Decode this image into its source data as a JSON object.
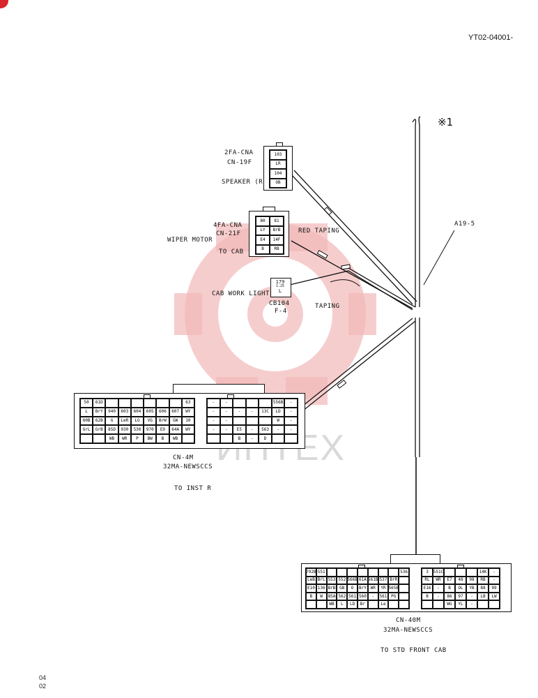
{
  "header": {
    "doc_code": "YT02-04001-",
    "ref_mark": "※1",
    "page_lines": [
      "04",
      "02"
    ]
  },
  "watermark": {
    "text": "ИНТЕХ"
  },
  "harness": {
    "label": "A19-5"
  },
  "annotations": {
    "red_taping": "RED TAPING",
    "taping": "TAPING"
  },
  "connectors": {
    "speaker": {
      "type": "2FA-CNA",
      "id": "CN-19F",
      "desc": "SPEAKER (R)",
      "pins": [
        [
          "103",
          "LR"
        ],
        [
          "104",
          "OB"
        ]
      ]
    },
    "wiper": {
      "type": "4FA-CNA",
      "id": "CN-21F",
      "desc": "WIPER MOTOR",
      "dest": "TO CAB",
      "pins": [
        "80",
        "81",
        "LY",
        "BrB",
        "E4",
        "14F",
        "B",
        "RB"
      ]
    },
    "worklight": {
      "id": "CB104",
      "sub": "F-4",
      "desc": "CAB WORK LIGHT",
      "pins": [
        "179",
        "1.25",
        "L"
      ]
    },
    "cn4m": {
      "id": "CN-4M",
      "type": "32MA-NEWSCCS",
      "dest": "TO INST R",
      "left": [
        [
          "50",
          "61D",
          "",
          "",
          "",
          "",
          "",
          "",
          "63"
        ],
        [
          "L",
          "BrY",
          "940",
          "603",
          "604",
          "605",
          "606",
          "607",
          "WY"
        ],
        [
          "60B",
          "62B",
          "G",
          "LeR",
          "LG",
          "VG",
          "BrW",
          "GW",
          "10"
        ],
        [
          "GrL",
          "GrB",
          "85D",
          "930",
          "530",
          "970",
          "E9",
          "64A",
          "WY"
        ],
        [
          "",
          "",
          "WB",
          "WR",
          "P",
          "BW",
          "B",
          "WB",
          ""
        ]
      ],
      "right": [
        [
          "-",
          "-",
          "",
          "",
          "",
          "556B",
          "-"
        ],
        [
          "-",
          "-",
          "-",
          "-",
          "13C",
          "LD",
          "-"
        ],
        [
          "-",
          "-",
          "",
          "",
          "",
          "W",
          "-"
        ],
        [
          "-",
          "-",
          "E5",
          "-",
          "563",
          "-",
          "-"
        ],
        [
          "",
          "",
          "B",
          "-",
          "D",
          "",
          ""
        ]
      ]
    },
    "cn40m": {
      "id": "CN-40M",
      "type": "32MA-NEWSCCS",
      "dest": "TO STD FRONT CAB",
      "left": [
        [
          "792B",
          "551",
          "",
          "",
          "",
          "",
          "",
          "",
          "",
          "536"
        ],
        [
          "LeB",
          "BrL",
          "553",
          "552",
          "566B",
          "61A",
          "561B",
          "537",
          "BrR",
          ""
        ],
        [
          "E10",
          "136",
          "BrB",
          "GB",
          "O",
          "BrY",
          "WR",
          "YR",
          "565B",
          ""
        ],
        [
          "B",
          "W",
          "85A",
          "562",
          "561",
          "560",
          "-",
          "561",
          "PG",
          ""
        ],
        [
          "",
          "",
          "WB",
          "L",
          "LD",
          "Br",
          "",
          "Le",
          "",
          ""
        ]
      ],
      "right": [
        [
          "3",
          "551C",
          "",
          "",
          "",
          "14K",
          "-"
        ],
        [
          "RL",
          "WR",
          "E7",
          "48",
          "98",
          "RB",
          "-"
        ],
        [
          "E16",
          "-",
          "B",
          "OL",
          "YB",
          "88",
          "99"
        ],
        [
          "B",
          "-",
          "86",
          "97",
          "-",
          "LB",
          "LW"
        ],
        [
          "",
          "",
          "WG",
          "YL",
          "-",
          "",
          ""
        ]
      ]
    }
  }
}
